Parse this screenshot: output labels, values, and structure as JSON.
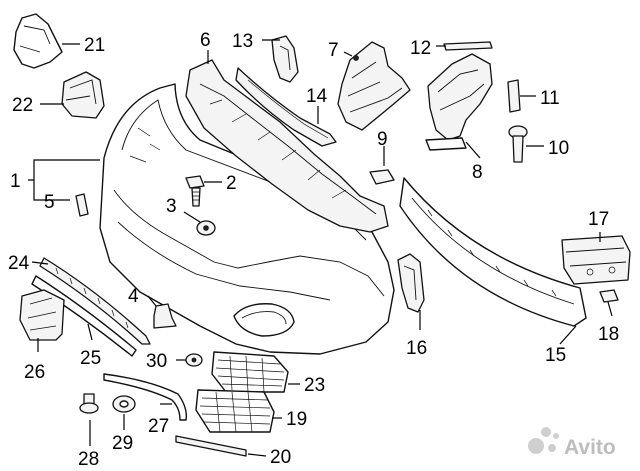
{
  "diagram": {
    "callouts": [
      "1",
      "2",
      "3",
      "4",
      "5",
      "6",
      "7",
      "8",
      "9",
      "10",
      "11",
      "12",
      "13",
      "14",
      "15",
      "16",
      "17",
      "18",
      "19",
      "20",
      "21",
      "22",
      "23",
      "24",
      "25",
      "26",
      "27",
      "28",
      "29",
      "30"
    ]
  },
  "watermark": {
    "text": "Avito",
    "icon": "avito-dots-icon",
    "color": "#bdbdbd"
  },
  "colors": {
    "line": "#111111",
    "background": "#ffffff"
  }
}
